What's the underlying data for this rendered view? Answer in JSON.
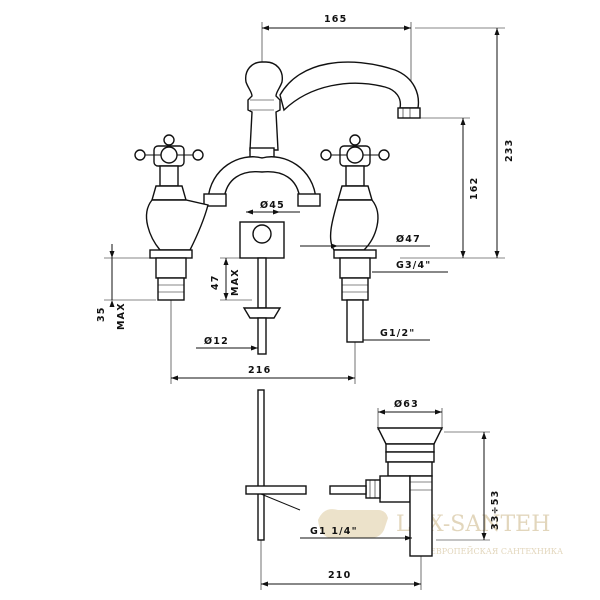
{
  "dimensions": {
    "top_width": "165",
    "height_233": "233",
    "height_162": "162",
    "d45": "Ø45",
    "d47": "Ø47",
    "g34": "G3/4\"",
    "h47": "47",
    "max1": "MAX",
    "h35": "35",
    "max2": "MAX",
    "g12": "G1/2\"",
    "d12": "Ø12",
    "w216": "216",
    "d63": "Ø63",
    "h3353": "33÷53",
    "g114": "G1 1/4\"",
    "w210": "210"
  },
  "watermark": {
    "brand": "LUX-SANTEH",
    "tagline": "ЕВРОПЕЙСКАЯ САНТЕХНИКА"
  }
}
